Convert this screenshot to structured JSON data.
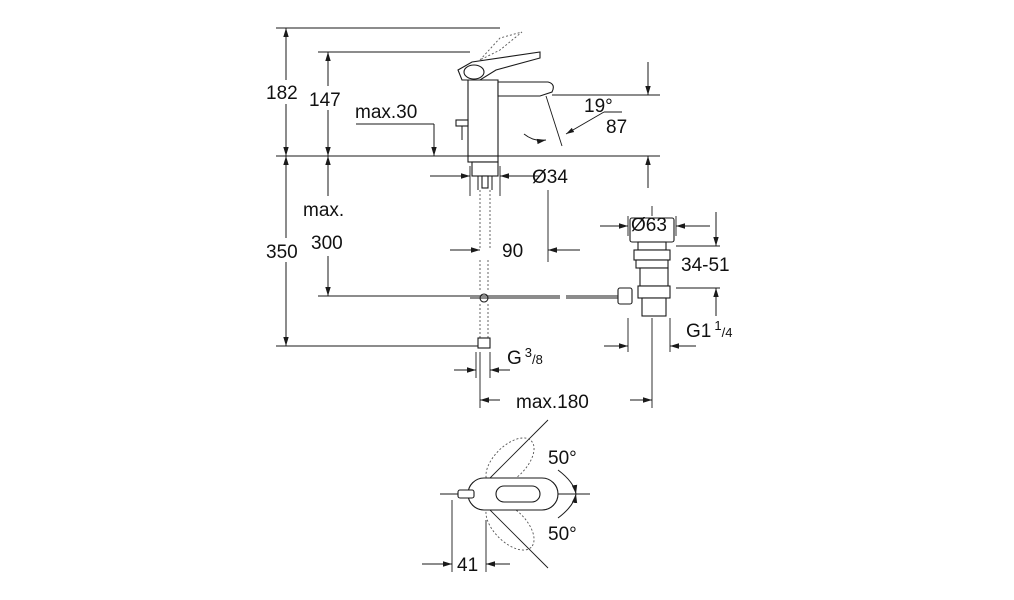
{
  "dimensions": {
    "d182": "182",
    "d147": "147",
    "max30": "max.30",
    "angle19": "19°",
    "d87": "87",
    "dia34": "Ø34",
    "max_word": "max.",
    "d300": "300",
    "d350": "350",
    "d90": "90",
    "dia63": "Ø63",
    "range34_51": "34-51",
    "g1_main": "G1",
    "g1_sup": "1",
    "g1_sub": "/4",
    "g38_main": "G",
    "g38_sup": "3",
    "g38_sub": "/8",
    "max180": "max.180",
    "angle50_top": "50°",
    "angle50_bottom": "50°",
    "d41": "41"
  }
}
